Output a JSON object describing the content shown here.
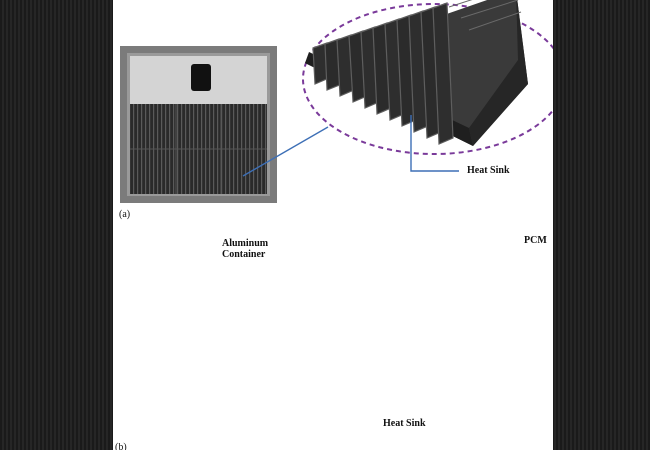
{
  "figure": {
    "panel_a": {
      "tag": "(a)",
      "heat_sink_label": "Heat Sink"
    },
    "panel_b": {
      "tag": "(b)",
      "aluminum_label_line1": "Aluminum",
      "aluminum_label_line2": "Container",
      "pcm_label": "PCM",
      "heat_sink_label": "Heat Sink"
    },
    "colors": {
      "callout_line": "#3d6fb6",
      "dashed_ellipse": "#7a3a9a",
      "panel_frame": "#8a8a8a",
      "fins": "#2b2b2b",
      "pcm_top": "#8f8f8f"
    }
  }
}
